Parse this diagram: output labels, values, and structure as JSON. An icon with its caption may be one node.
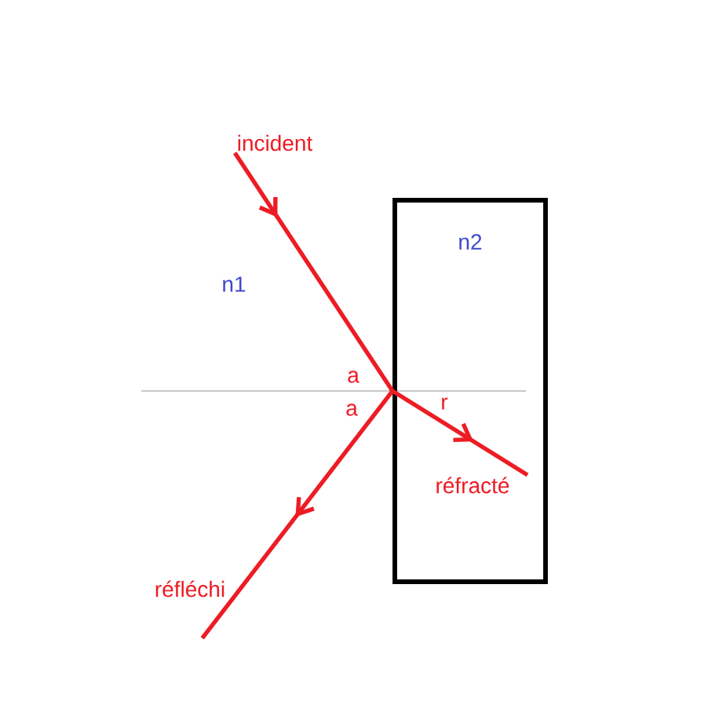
{
  "diagram": {
    "nodes": [
      {
        "text": [
          "incident"
        ]
      },
      {
        "text": [
          "réfléchi"
        ]
      },
      {
        "text": [
          "réfracté"
        ],
        "in": 3
      },
      {
        "text": [
          "n2"
        ]
      }
    ],
    "edges": [
      {
        "from": 0,
        "to": 3,
        "arrow": "to"
      },
      {
        "from": 3,
        "to": 1,
        "arrow": "to"
      },
      {
        "from": 3,
        "to": 2,
        "arrow": "to"
      }
    ],
    "labels": [
      "n1",
      "a",
      "a",
      "r"
    ]
  }
}
